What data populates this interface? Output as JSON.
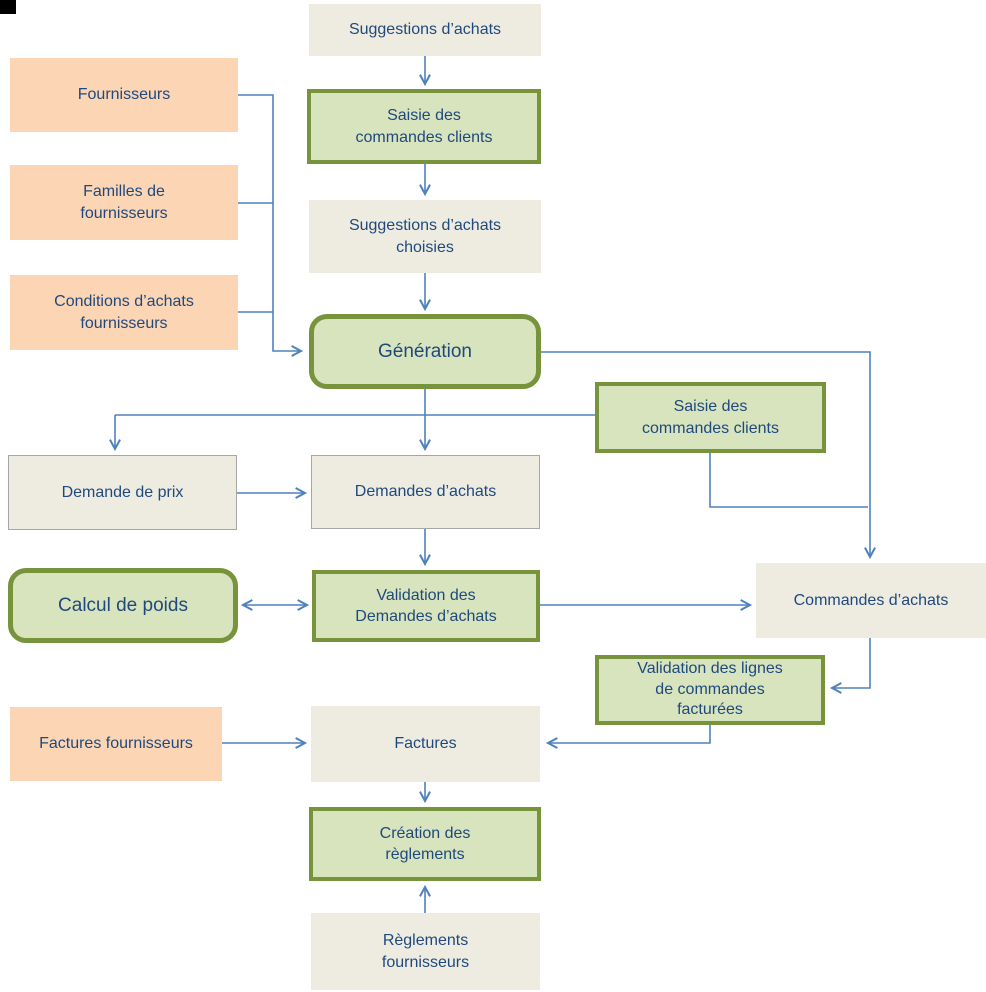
{
  "diagram": {
    "type": "flowchart",
    "language": "fr",
    "colors": {
      "source_box_fill": "#fcd5b4",
      "document_box_fill": "#eeece1",
      "document_box_border": "#a6a6a6",
      "process_box_fill": "#d7e4bd",
      "process_box_border": "#77933c",
      "connector_blue": "#4f81bd",
      "text_dark_blue": "#1f497d",
      "corner_artifact": "#000000"
    }
  },
  "nodes": {
    "suggestions_achats": {
      "label": "Suggestions d’achats",
      "kind": "document"
    },
    "saisie_commandes_clients_1": {
      "label": "Saisie des\ncommandes clients",
      "kind": "process"
    },
    "suggestions_achats_choisies": {
      "label": "Suggestions d’achats\nchoisies",
      "kind": "document"
    },
    "generation": {
      "label": "Génération",
      "kind": "process"
    },
    "fournisseurs": {
      "label": "Fournisseurs",
      "kind": "source"
    },
    "familles_fournisseurs": {
      "label": "Familles de\nfournisseurs",
      "kind": "source"
    },
    "conditions_achats_fournisseurs": {
      "label": "Conditions d’achats\nfournisseurs",
      "kind": "source"
    },
    "saisie_commandes_clients_2": {
      "label": "Saisie des\ncommandes clients",
      "kind": "process"
    },
    "demande_de_prix": {
      "label": "Demande de prix",
      "kind": "document"
    },
    "demandes_achats": {
      "label": "Demandes d’achats",
      "kind": "document"
    },
    "calcul_de_poids": {
      "label": "Calcul de poids",
      "kind": "process"
    },
    "validation_demandes_achats": {
      "label": "Validation des\nDemandes d’achats",
      "kind": "process"
    },
    "commandes_achats": {
      "label": "Commandes d’achats",
      "kind": "document"
    },
    "validation_lignes_facturees": {
      "label": "Validation des lignes\nde commandes\nfacturées",
      "kind": "process"
    },
    "factures_fournisseurs": {
      "label": "Factures fournisseurs",
      "kind": "source"
    },
    "factures": {
      "label": "Factures",
      "kind": "document"
    },
    "creation_reglements": {
      "label": "Création des\nrèglements",
      "kind": "process"
    },
    "reglements_fournisseurs": {
      "label": "Règlements\nfournisseurs",
      "kind": "document"
    }
  },
  "edges": [
    {
      "from": "suggestions_achats",
      "to": "saisie_commandes_clients_1",
      "type": "arrow"
    },
    {
      "from": "saisie_commandes_clients_1",
      "to": "suggestions_achats_choisies",
      "type": "arrow"
    },
    {
      "from": "suggestions_achats_choisies",
      "to": "generation",
      "type": "arrow"
    },
    {
      "from": "fournisseurs",
      "to": "generation",
      "type": "arrow"
    },
    {
      "from": "familles_fournisseurs",
      "to": "generation",
      "type": "arrow"
    },
    {
      "from": "conditions_achats_fournisseurs",
      "to": "generation",
      "type": "arrow"
    },
    {
      "from": "generation",
      "to": "demande_de_prix",
      "type": "arrow"
    },
    {
      "from": "generation",
      "to": "demandes_achats",
      "type": "arrow"
    },
    {
      "from": "saisie_commandes_clients_2",
      "to": "demandes_achats",
      "type": "line"
    },
    {
      "from": "generation",
      "to": "commandes_achats",
      "type": "arrow"
    },
    {
      "from": "saisie_commandes_clients_2",
      "to": "commandes_achats",
      "type": "line"
    },
    {
      "from": "demande_de_prix",
      "to": "demandes_achats",
      "type": "arrow"
    },
    {
      "from": "demandes_achats",
      "to": "validation_demandes_achats",
      "type": "arrow"
    },
    {
      "from": "calcul_de_poids",
      "to": "validation_demandes_achats",
      "type": "double-arrow"
    },
    {
      "from": "validation_demandes_achats",
      "to": "commandes_achats",
      "type": "arrow"
    },
    {
      "from": "commandes_achats",
      "to": "validation_lignes_facturees",
      "type": "arrow"
    },
    {
      "from": "validation_lignes_facturees",
      "to": "factures",
      "type": "arrow"
    },
    {
      "from": "factures_fournisseurs",
      "to": "factures",
      "type": "arrow"
    },
    {
      "from": "factures",
      "to": "creation_reglements",
      "type": "arrow"
    },
    {
      "from": "reglements_fournisseurs",
      "to": "creation_reglements",
      "type": "arrow"
    }
  ]
}
